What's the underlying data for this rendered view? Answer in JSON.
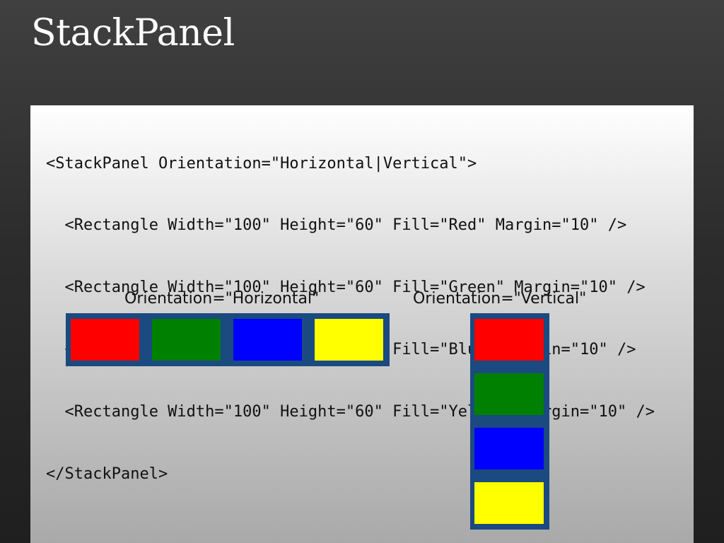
{
  "slide": {
    "title": "StackPanel"
  },
  "code": {
    "lines": [
      "<StackPanel Orientation=\"Horizontal|Vertical\">",
      "  <Rectangle Width=\"100\" Height=\"60\" Fill=\"Red\" Margin=\"10\" />",
      "  <Rectangle Width=\"100\" Height=\"60\" Fill=\"Green\" Margin=\"10\" />",
      "  <Rectangle Width=\"100\" Height=\"60\" Fill=\"Blue\" Margin=\"10\" />",
      "  <Rectangle Width=\"100\" Height=\"60\" Fill=\"Yellow\" Margin=\"10\" />",
      "</StackPanel>"
    ]
  },
  "examples": {
    "horizontal": {
      "label": "Orientation=\"Horizontal\"",
      "rect_colors": [
        "#ff0000",
        "#008000",
        "#0000ff",
        "#ffff00"
      ]
    },
    "vertical": {
      "label": "Orientation=\"Vertical\"",
      "rect_colors": [
        "#ff0000",
        "#008000",
        "#0000ff",
        "#ffff00"
      ]
    },
    "container_color": "#1a4a80"
  }
}
